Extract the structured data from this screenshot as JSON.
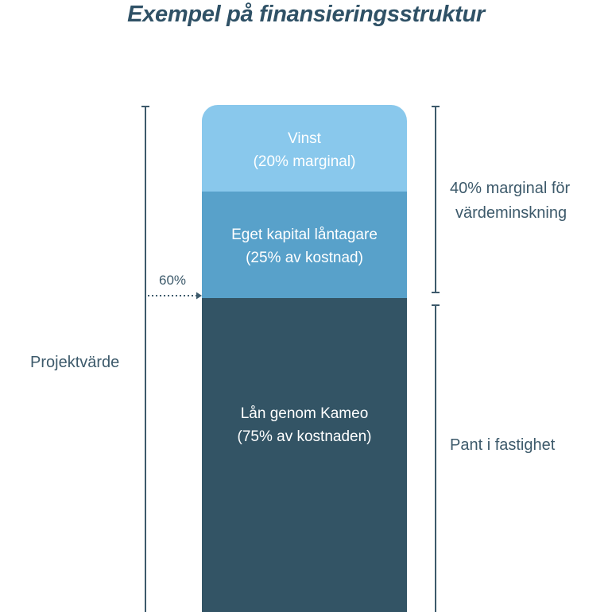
{
  "title": "Exempel på finansieringsstruktur",
  "segments": {
    "top": {
      "line1": "Vinst",
      "line2": "(20% marginal)",
      "color": "#89c8ec"
    },
    "middle": {
      "line1": "Eget kapital låntagare",
      "line2": "(25% av kostnad)",
      "color": "#58a1ca"
    },
    "bottom": {
      "line1": "Lån genom Kameo",
      "line2": "(75% av kostnaden)",
      "color": "#335465"
    }
  },
  "left_label": "Projektvärde",
  "arrow_label": "60%",
  "right_labels": {
    "upper_line1": "40% marginal för",
    "upper_line2": "värdeminskning",
    "lower": "Pant i fastighet"
  },
  "colors": {
    "title": "#2f5166",
    "text": "#3d5a6b",
    "background": "#ffffff"
  }
}
